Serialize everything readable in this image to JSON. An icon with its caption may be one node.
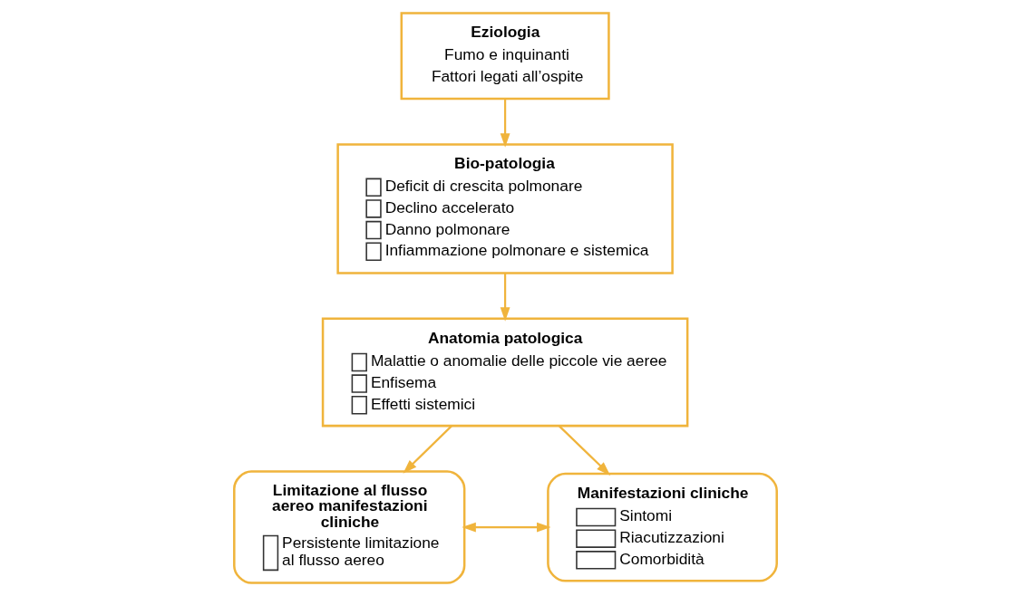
{
  "diagram": {
    "nodes": [
      {
        "text": [
          "Eziologia",
          "Fumo e inquinanti",
          "Fattori legati all’ospite"
        ]
      },
      {
        "text": [
          "Bio-patologia",
          "Deficit di crescita polmonare",
          "Declino accelerato",
          "Danno polmonare",
          "Infiammazione polmonare e sistemica"
        ]
      },
      {
        "text": [
          "Anatomia patologica",
          "Malattie o anomalie delle piccole vie aeree",
          "Enfisema",
          "Effetti sistemici"
        ]
      },
      {
        "text": [
          "Limitazione al flusso aereo manifestazioni cliniche",
          "Persistente limitazione al flusso aereo"
        ]
      },
      {
        "text": [
          "Manifestazioni cliniche",
          "Sintomi",
          "Riacutizzazioni",
          "Comorbidità"
        ]
      }
    ],
    "edges": [
      {
        "from": 0,
        "to": 1,
        "arrow": "to"
      },
      {
        "from": 1,
        "to": 2,
        "arrow": "to"
      },
      {
        "from": 2,
        "to": 3,
        "arrow": "to"
      },
      {
        "from": 2,
        "to": 4,
        "arrow": "to"
      },
      {
        "from": 3,
        "to": 4,
        "arrow": "both"
      }
    ]
  }
}
